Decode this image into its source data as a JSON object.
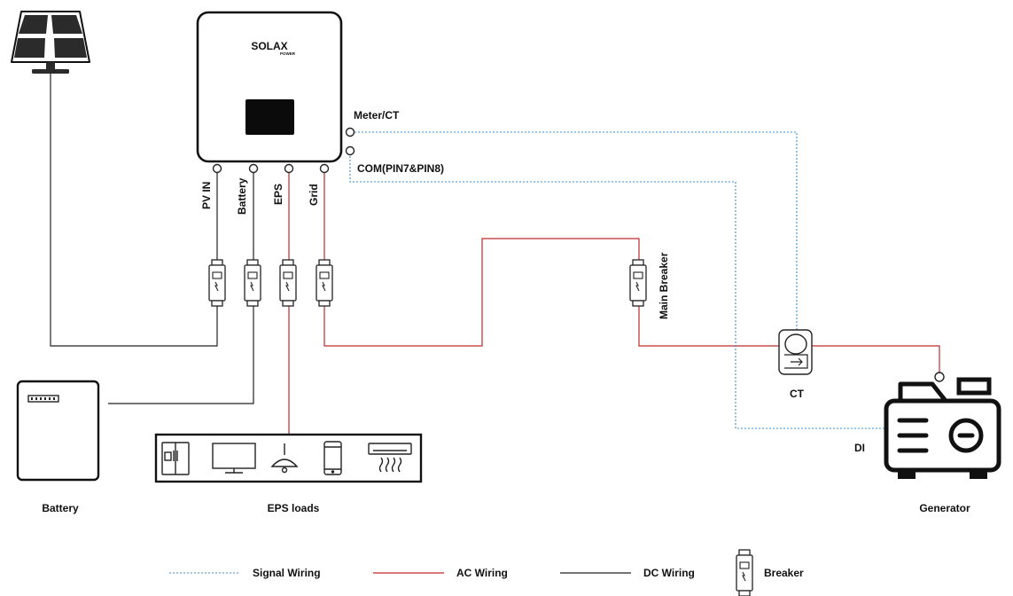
{
  "inverter": {
    "brand": "SOLAX",
    "brand_sub": "POWER",
    "ports": {
      "pv_in": "PV IN",
      "battery": "Battery",
      "eps": "EPS",
      "grid": "Grid",
      "meter_ct": "Meter/CT",
      "com": "COM(PIN7&PIN8)"
    }
  },
  "labels": {
    "main_breaker": "Main Breaker",
    "ct": "CT",
    "di": "DI",
    "battery": "Battery",
    "eps_loads": "EPS loads",
    "generator": "Generator"
  },
  "legend": {
    "signal": "Signal Wiring",
    "ac": "AC Wiring",
    "dc": "DC Wiring",
    "breaker": "Breaker"
  },
  "colors": {
    "signal": "#3b8fd0",
    "ac": "#c0292b",
    "dc": "#222222"
  }
}
